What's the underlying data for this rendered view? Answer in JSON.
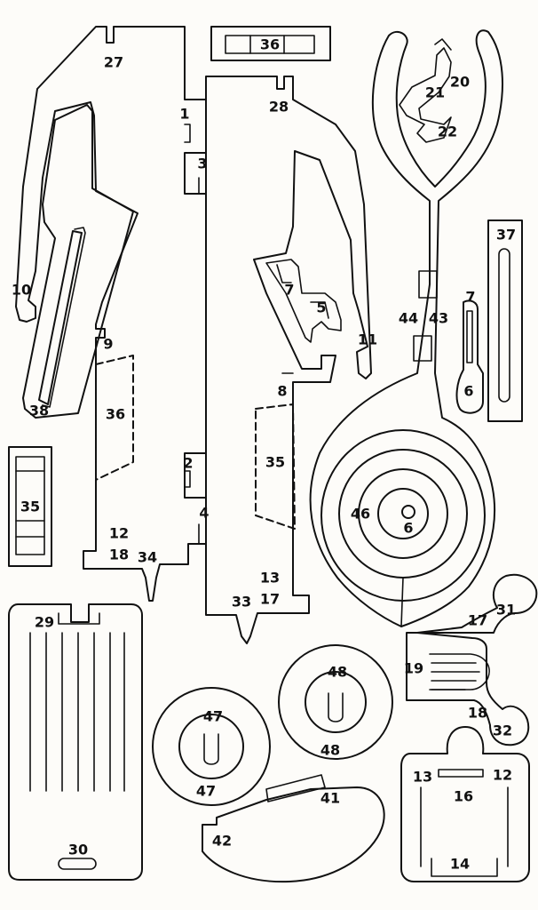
{
  "labels": {
    "l27": "27",
    "l1": "1",
    "l3": "3",
    "l10": "10",
    "l9": "9",
    "l38": "38",
    "l36b": "36",
    "l12": "12",
    "l18a": "18",
    "l34": "34",
    "l2": "2",
    "l4": "4",
    "l36a": "36",
    "l28": "28",
    "l7a": "7",
    "l5": "5",
    "l11": "11",
    "l8": "8",
    "l35b": "35",
    "l13a": "13",
    "l17a": "17",
    "l33": "33",
    "l35a": "35",
    "l21": "21",
    "l20": "20",
    "l22": "22",
    "l44": "44",
    "l43": "43",
    "l46": "46",
    "l6a": "6",
    "l37": "37",
    "l7b": "7",
    "l6b": "6",
    "l29": "29",
    "l30": "30",
    "l48a": "48",
    "l48b": "48",
    "l47a": "47",
    "l47b": "47",
    "l17b": "17",
    "l31": "31",
    "l19": "19",
    "l18b": "18",
    "l32": "32",
    "l41": "41",
    "l42": "42",
    "l13b": "13",
    "l12b": "12",
    "l16": "16",
    "l14": "14"
  }
}
